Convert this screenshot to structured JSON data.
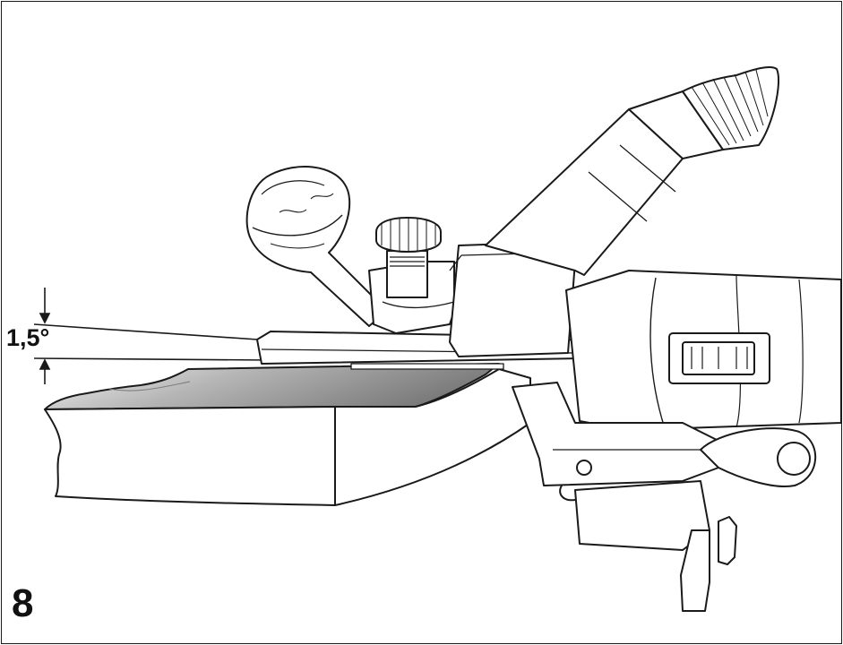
{
  "figure": {
    "number": "8",
    "angle_label": "1,5°"
  },
  "colors": {
    "line": "#1a1a1a",
    "surface_shade": "#8e8e8e",
    "background": "#ffffff"
  },
  "icons": [
    "angle-grinder-illustration",
    "workpiece-block",
    "dust-hose",
    "knob-handle",
    "angle-indicator-arrows"
  ]
}
